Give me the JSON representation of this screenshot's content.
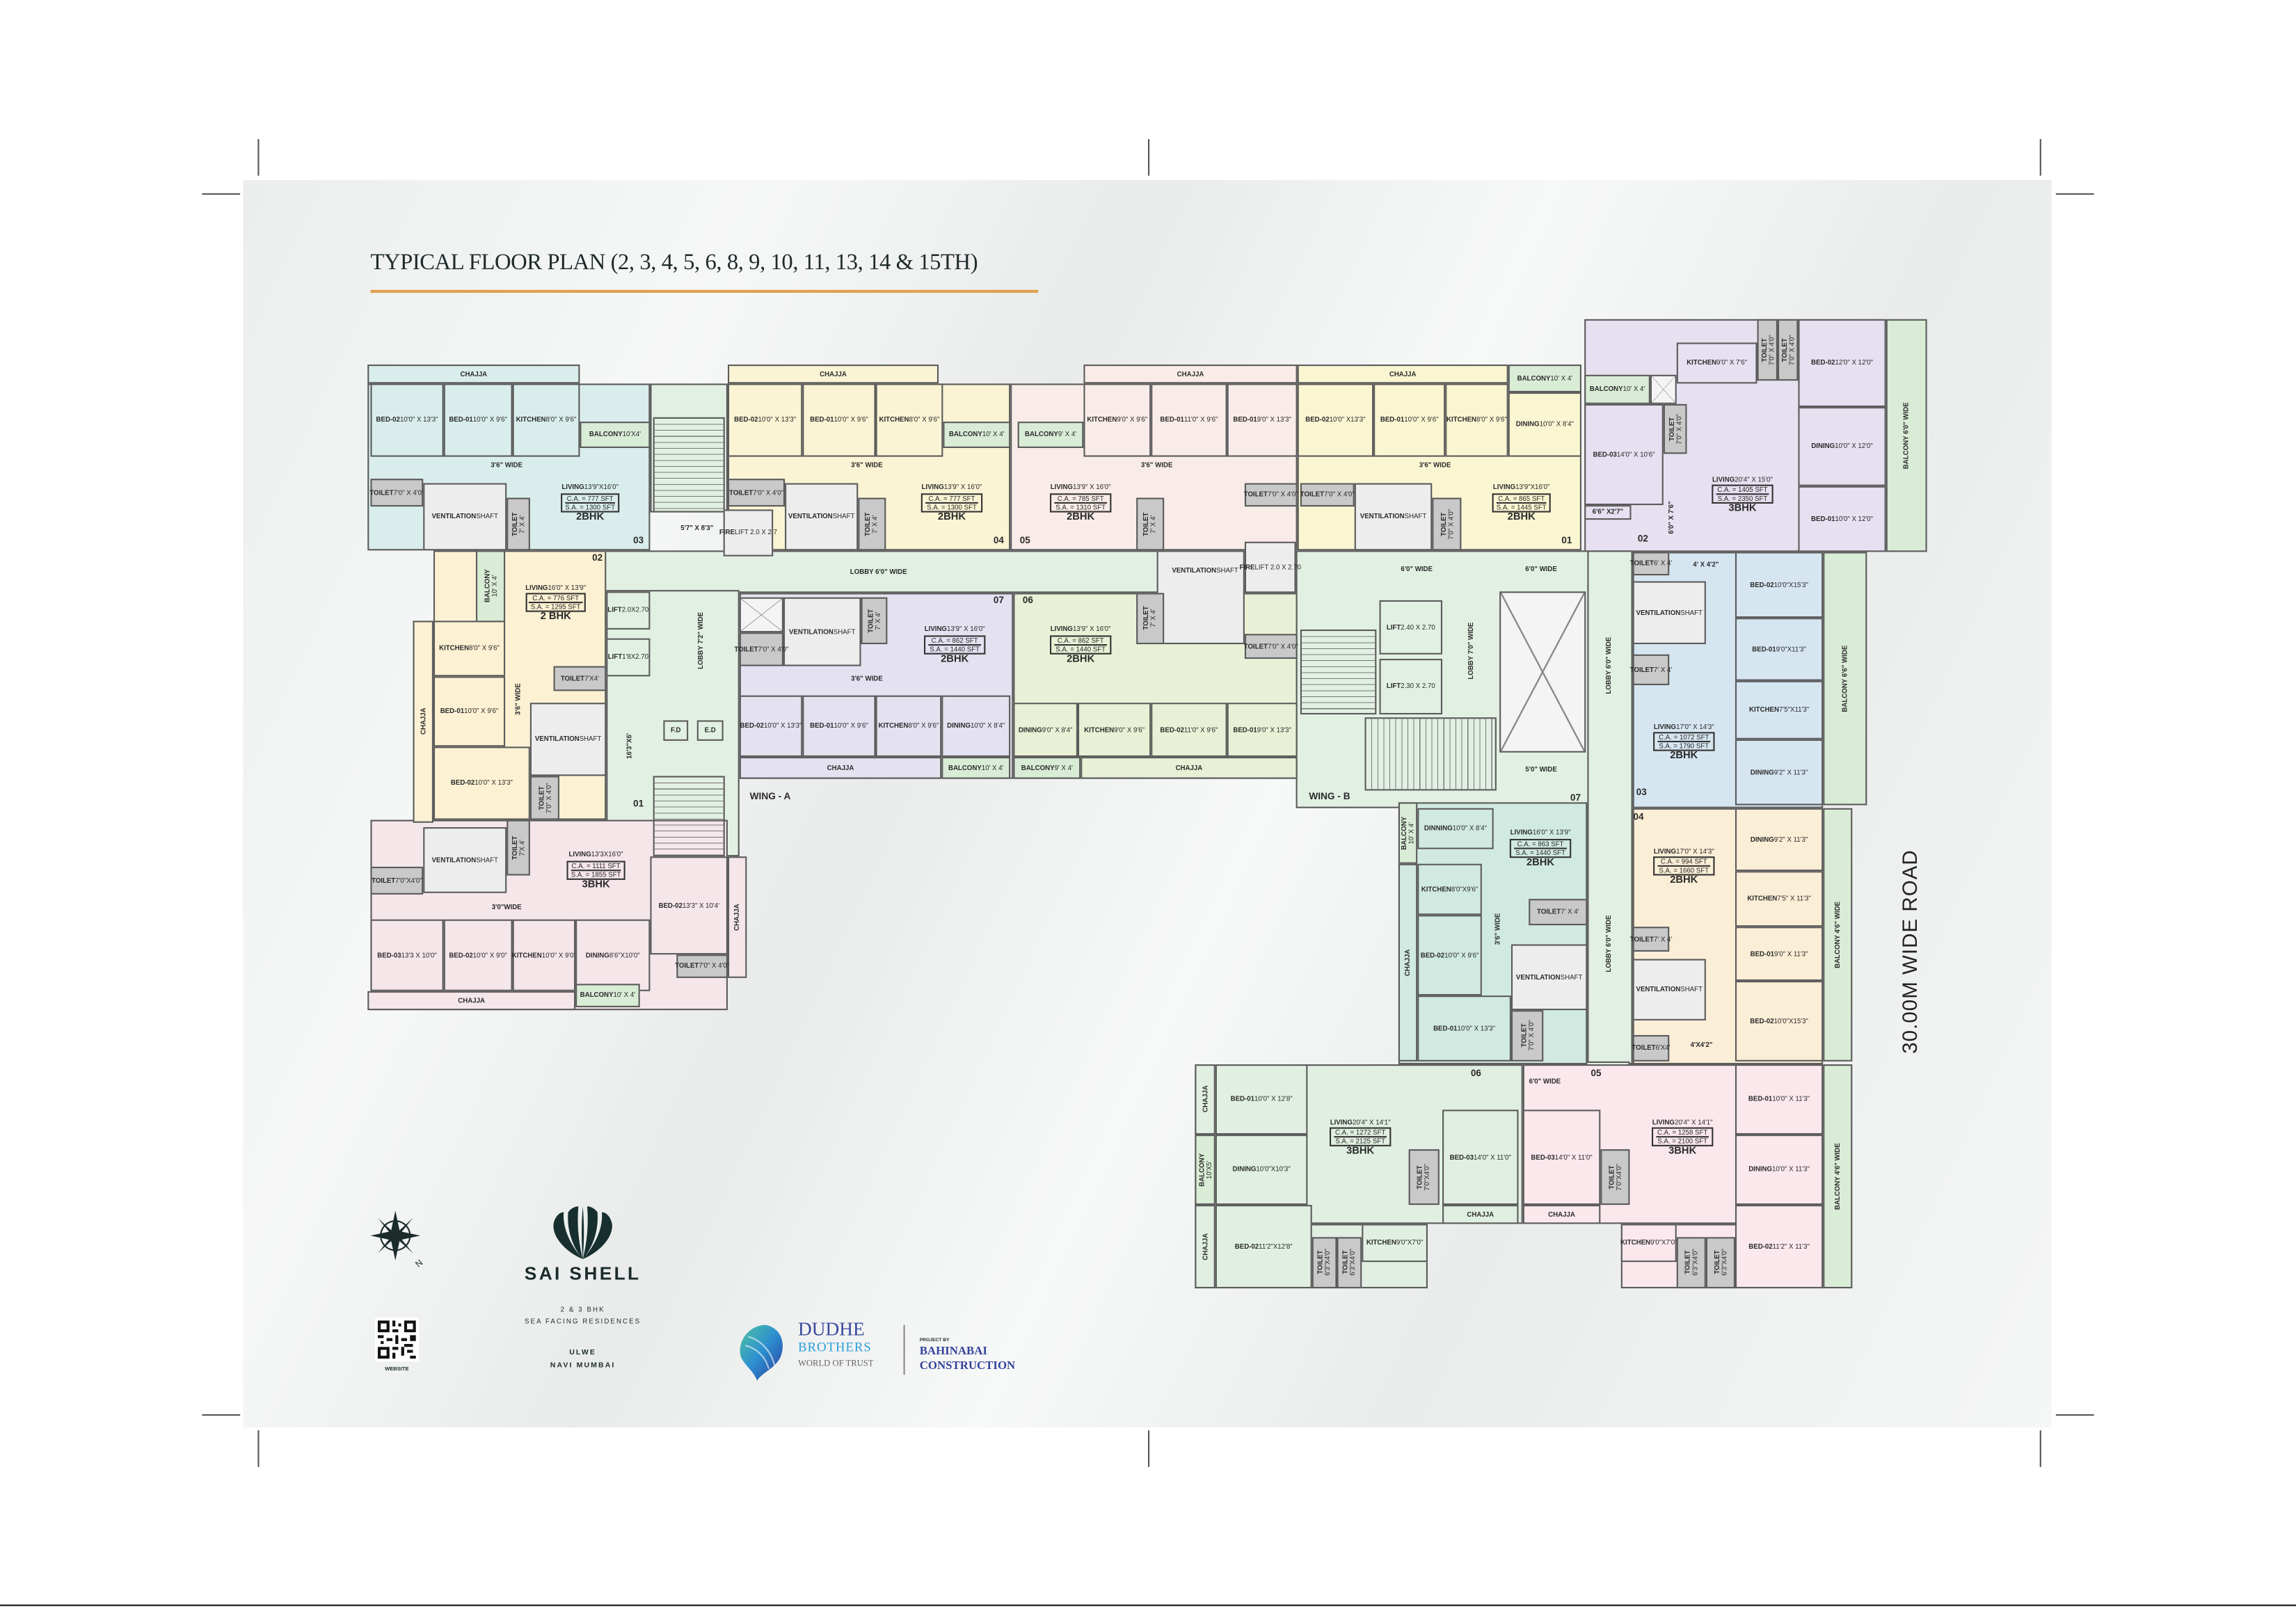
{
  "title": "TYPICAL FLOOR PLAN  (2, 3, 4, 5, 6, 8, 9, 10, 11, 13, 14 & 15TH)",
  "road_label": "30.00M WIDE ROAD",
  "colors": {
    "accent_rule": "#e0a050",
    "wall": "#5b5b5b",
    "toilet": "#c9c9c9",
    "balcony": "#d9ecd6",
    "lobby": "#e2f0e4"
  },
  "branding": {
    "project_name": "SAI SHELL",
    "tagline_1": "2 & 3 BHK",
    "tagline_2": "SEA FACING RESIDENCES",
    "location_1": "ULWE",
    "location_2": "NAVI MUMBAI",
    "qr_caption": "WEBSITE",
    "compass_letter": "N",
    "developer_1": "DUDHE",
    "developer_2": "BROTHERS",
    "developer_tagline": "WORLD OF TRUST",
    "project_by": "PROJECT BY",
    "builder_1": "BAHINABAI",
    "builder_2": "CONSTRUCTION"
  },
  "plan": {
    "rooms": [
      {
        "name": "CHAJJA"
      },
      {
        "name": "BED-02",
        "size": "10'0\" X 13'3\""
      },
      {
        "name": "BED-01",
        "size": "10'0\" X 9'6\""
      },
      {
        "name": "KITCHEN",
        "size": "8'0\" X 9'6\""
      },
      {
        "name": "BALCONY",
        "size": "10'X4'"
      },
      {
        "name": "LIVING",
        "size": "13'9\"X16'0\"",
        "carpet_area": "C.A. = 777 SFT",
        "saleable_area": "S.A. = 1300 SFT",
        "type": "2BHK"
      },
      {
        "name": "3'6\" WIDE"
      },
      {
        "name": "TOILET",
        "size": "7'0\" X 4'0\""
      },
      {
        "name": "VENTILATION",
        "size": "SHAFT"
      },
      {
        "name": "TOILET",
        "size": "7' X 4'"
      },
      {
        "name": "03"
      },
      {
        "name": "5'7\" X 8'3\""
      },
      {
        "name": "FIRE",
        "size": "LIFT 2.0 X 2.7"
      },
      {
        "name": "CHAJJA"
      },
      {
        "name": "BED-02",
        "size": "10'0\" X 13'3\""
      },
      {
        "name": "BED-01",
        "size": "10'0\" X 9'6\""
      },
      {
        "name": "KITCHEN",
        "size": "8'0\" X 9'6\""
      },
      {
        "name": "BALCONY",
        "size": "10' X 4'"
      },
      {
        "name": "LIVING",
        "size": "13'9\" X 16'0\"",
        "carpet_area": "C.A. = 777 SFT",
        "saleable_area": "S.A. = 1300 SFT",
        "type": "2BHK"
      },
      {
        "name": "3'6\" WIDE"
      },
      {
        "name": "TOILET",
        "size": "7'0\" X 4'0\""
      },
      {
        "name": "VENTILATION",
        "size": "SHAFT"
      },
      {
        "name": "TOILET",
        "size": "7' X 4'"
      },
      {
        "name": "04"
      },
      {
        "name": "BALCONY",
        "size": "9' X 4'"
      },
      {
        "name": "CHAJJA"
      },
      {
        "name": "KITCHEN",
        "size": "9'0\" X 9'6\""
      },
      {
        "name": "BED-01",
        "size": "11'0\" X 9'6\""
      },
      {
        "name": "BED-01",
        "size": "9'0\" X 13'3\""
      },
      {
        "name": "LIVING",
        "size": "13'9\" X 16'0\"",
        "carpet_area": "C.A. = 785 SFT",
        "saleable_area": "S.A. = 1310 SFT",
        "type": "2BHK"
      },
      {
        "name": "3'6\" WIDE"
      },
      {
        "name": "TOILET",
        "size": "7' X 4'"
      },
      {
        "name": "TOILET",
        "size": "7'0\" X 4'0\""
      },
      {
        "name": "05"
      },
      {
        "name": "CHAJJA"
      },
      {
        "name": "BALCONY",
        "size": "10' X 4'"
      },
      {
        "name": "BED-02",
        "size": "10'0\" X13'3\""
      },
      {
        "name": "BED-01",
        "size": "10'0\" X 9'6\""
      },
      {
        "name": "KITCHEN",
        "size": "8'0\" X 9'6\""
      },
      {
        "name": "DINING",
        "size": "10'0\" X 8'4\""
      },
      {
        "name": "TOILET",
        "size": "7'0\" X 4'0\""
      },
      {
        "name": "VENTILATION",
        "size": "SHAFT"
      },
      {
        "name": "TOILET",
        "size": "7'0\" X 4'0\""
      },
      {
        "name": "LIVING",
        "size": "13'9\"X16'0\"",
        "carpet_area": "C.A. = 865 SFT",
        "saleable_area": "S.A. = 1445 SFT",
        "type": "2BHK"
      },
      {
        "name": "3'6\" WIDE"
      },
      {
        "name": "01"
      },
      {
        "name": "BALCONY",
        "size": "10' X 4'"
      },
      {
        "name": "BED-03",
        "size": "14'0\" X 10'6\""
      },
      {
        "name": "6'6\" X2'7\""
      },
      {
        "name": "KITCHEN",
        "size": "9'0\" X 7'6\""
      },
      {
        "name": "TOILET",
        "size": "7'0\" X 4'0\""
      },
      {
        "name": "TOILET",
        "size": "7'0\" X 4'0\""
      },
      {
        "name": "BED-02",
        "size": "12'0\" X 12'0\""
      },
      {
        "name": "DINING",
        "size": "10'0\" X 12'0\""
      },
      {
        "name": "BED-01",
        "size": "10'0\" X 12'0\""
      },
      {
        "name": "TOILET",
        "size": "7'0\" X 4'0\""
      },
      {
        "name": "LIVING",
        "size": "20'4\" X 15'0\"",
        "carpet_area": "C.A. = 1405 SFT",
        "saleable_area": "S.A. = 2350 SFT",
        "type": "3BHK"
      },
      {
        "name": "6'0\" X 7'6\""
      },
      {
        "name": "02"
      },
      {
        "name": "BALCONY 6'0\" WIDE"
      },
      {
        "name": "LOBBY 6'0\" WIDE"
      },
      {
        "name": "LIFT",
        "size": "2.0X2.70"
      },
      {
        "name": "LIFT",
        "size": "1'8X2.70"
      },
      {
        "name": "LOBBY 7'2\" WIDE"
      },
      {
        "name": "16'3\"X6'"
      },
      {
        "name": "F.D"
      },
      {
        "name": "E.D"
      },
      {
        "name": "VENTILATION",
        "size": "SHAFT"
      },
      {
        "name": "FIRE",
        "size": "LIFT 2.0 X 2.70"
      },
      {
        "name": "6'0\" WIDE"
      },
      {
        "name": "6'0\" WIDE"
      },
      {
        "name": "LIFT",
        "size": "2.40 X 2.70"
      },
      {
        "name": "LIFT",
        "size": "2.30 X 2.70"
      },
      {
        "name": "LOBBY 7'0\" WIDE"
      },
      {
        "name": "LOBBY 6'0\" WIDE"
      },
      {
        "name": "5'0\" WIDE"
      },
      {
        "name": "LOBBY 6'0\" WIDE"
      },
      {
        "name": "6'0\" WIDE"
      },
      {
        "name": "BALCONY",
        "size": "10' X 4'"
      },
      {
        "name": "LIVING",
        "size": "16'0\" X 13'9\"",
        "carpet_area": "C.A. = 776 SFT",
        "saleable_area": "S.A. = 1295 SFT",
        "type": "2 BHK"
      },
      {
        "name": "CHAJJA"
      },
      {
        "name": "KITCHEN",
        "size": "8'0\" X 9'6\""
      },
      {
        "name": "BED-01",
        "size": "10'0\" X 9'6\""
      },
      {
        "name": "BED-02",
        "size": "10'0\" X 13'3\""
      },
      {
        "name": "TOILET",
        "size": "7'X4'"
      },
      {
        "name": "3'6\" WIDE"
      },
      {
        "name": "VENTILATION",
        "size": "SHAFT"
      },
      {
        "name": "TOILET",
        "size": "7'0\" X 4'0\""
      },
      {
        "name": "02"
      },
      {
        "name": "TOILET",
        "size": "7'0\"X4'0\""
      },
      {
        "name": "VENTILATION",
        "size": "SHAFT"
      },
      {
        "name": "TOILET",
        "size": "7'X 4'"
      },
      {
        "name": "LIVING",
        "size": "13'3X16'0\"",
        "carpet_area": "C.A. = 1111 SFT",
        "saleable_area": "S.A. = 1855 SFT",
        "type": "3BHK"
      },
      {
        "name": "3'0\"WIDE"
      },
      {
        "name": "BED-03",
        "size": "13'3 X 10'0\""
      },
      {
        "name": "BED-02",
        "size": "10'0\" X 9'0\""
      },
      {
        "name": "KITCHEN",
        "size": "10'0\" X 9'0\""
      },
      {
        "name": "DINING",
        "size": "8'6\"X10'0\""
      },
      {
        "name": "BED-02",
        "size": "13'3\" X 10'4'"
      },
      {
        "name": "CHAJJA"
      },
      {
        "name": "TOILET",
        "size": "7'0\" X 4'0\""
      },
      {
        "name": "CHAJJA"
      },
      {
        "name": "BALCONY",
        "size": "10' X 4'"
      },
      {
        "name": "01"
      },
      {
        "name": "VENTILATION",
        "size": "SHAFT"
      },
      {
        "name": "TOILET",
        "size": "7' X 4'"
      },
      {
        "name": "TOILET",
        "size": "7'0\" X 4'0\""
      },
      {
        "name": "LIVING",
        "size": "13'9\" X 16'0\"",
        "carpet_area": "C.A. = 862 SFT",
        "saleable_area": "S.A. = 1440 SFT",
        "type": "2BHK"
      },
      {
        "name": "3'6\" WIDE"
      },
      {
        "name": "BED-02",
        "size": "10'0\" X 13'3\""
      },
      {
        "name": "BED-01",
        "size": "10'0\" X 9'6\""
      },
      {
        "name": "KITCHEN",
        "size": "8'0\" X 9'6\""
      },
      {
        "name": "DINING",
        "size": "10'0\" X 8'4\""
      },
      {
        "name": "CHAJJA"
      },
      {
        "name": "BALCONY",
        "size": "10' X 4'"
      },
      {
        "name": "07"
      },
      {
        "name": "WING - A"
      },
      {
        "name": "LIVING",
        "size": "13'9\" X 16'0\"",
        "carpet_area": "C.A. = 862 SFT",
        "saleable_area": "S.A. = 1440 SFT",
        "type": "2BHK"
      },
      {
        "name": "TOILET",
        "size": "7' X 4'"
      },
      {
        "name": "TOILET",
        "size": "7'0\" X 4'0\""
      },
      {
        "name": "DINING",
        "size": "9'0\" X 8'4\""
      },
      {
        "name": "KITCHEN",
        "size": "9'0\" X 9'6\""
      },
      {
        "name": "BED-02",
        "size": "11'0\" X 9'6\""
      },
      {
        "name": "BED-01",
        "size": "9'0\" X 13'3\""
      },
      {
        "name": "BALCONY",
        "size": "9' X 4'"
      },
      {
        "name": "CHAJJA"
      },
      {
        "name": "06"
      },
      {
        "name": "WING - B"
      },
      {
        "name": "BALCONY",
        "size": "10' X 4'"
      },
      {
        "name": "DINNING",
        "size": "10'0\" X 8'4\""
      },
      {
        "name": "LIVING",
        "size": "16'0\" X 13'9\"",
        "carpet_area": "C.A. = 863 SFT",
        "saleable_area": "S.A. = 1440 SFT",
        "type": "2BHK"
      },
      {
        "name": "CHAJJA"
      },
      {
        "name": "KITCHEN",
        "size": "8'0\"X9'6\""
      },
      {
        "name": "BED-02",
        "size": "10'0\" X 9'6\""
      },
      {
        "name": "BED-01",
        "size": "10'0\" X 13'3\""
      },
      {
        "name": "3'6\" WIDE"
      },
      {
        "name": "TOILET",
        "size": "7' X 4'"
      },
      {
        "name": "VENTILATION",
        "size": "SHAFT"
      },
      {
        "name": "TOILET",
        "size": "7'0\" X 4'0\""
      },
      {
        "name": "07"
      },
      {
        "name": "TOILET",
        "size": "6' X 4'"
      },
      {
        "name": "4' X 4'2\""
      },
      {
        "name": "VENTILATION",
        "size": "SHAFT"
      },
      {
        "name": "TOILET",
        "size": "7' X 4'"
      },
      {
        "name": "BED-02",
        "size": "10'0\"X15'3\""
      },
      {
        "name": "BED-01",
        "size": "9'0\"X11'3\""
      },
      {
        "name": "KITCHEN",
        "size": "7'5\"X11'3\""
      },
      {
        "name": "DINING",
        "size": "9'2\" X 11'3\""
      },
      {
        "name": "LIVING",
        "size": "17'0\" X 14'3\"",
        "carpet_area": "C.A. = 1072 SFT",
        "saleable_area": "S.A. = 1790 SFT",
        "type": "2BHK"
      },
      {
        "name": "BALCONY 6'6\" WIDE"
      },
      {
        "name": "03"
      },
      {
        "name": "LIVING",
        "size": "17'0\" X 14'3\"",
        "carpet_area": "C.A. = 994 SFT",
        "saleable_area": "S.A. = 1660 SFT",
        "type": "2BHK"
      },
      {
        "name": "DINING",
        "size": "9'2\" X 11'3\""
      },
      {
        "name": "KITCHEN",
        "size": "7'5\" X 11'3\""
      },
      {
        "name": "BED-01",
        "size": "9'0\" X 11'3\""
      },
      {
        "name": "BED-02",
        "size": "10'0\"X15'3\""
      },
      {
        "name": "TOILET",
        "size": "7' X 4'"
      },
      {
        "name": "VENTILATION",
        "size": "SHAFT"
      },
      {
        "name": "TOILET",
        "size": "6'X4'"
      },
      {
        "name": "4'X4'2\""
      },
      {
        "name": "BALCONY 4'6\" WIDE"
      },
      {
        "name": "04"
      },
      {
        "name": "CHAJJA"
      },
      {
        "name": "BED-01",
        "size": "10'0\" X 12'8\""
      },
      {
        "name": "BALCONY",
        "size": "10'X5'"
      },
      {
        "name": "DINING",
        "size": "10'0\"X10'3\""
      },
      {
        "name": "LIVING",
        "size": "20'4\" X 14'1\"",
        "carpet_area": "C.A. = 1272 SFT",
        "saleable_area": "S.A. = 2125 SFT",
        "type": "3BHK"
      },
      {
        "name": "TOILET",
        "size": "7'0\"X4'0\""
      },
      {
        "name": "BED-03",
        "size": "14'0\" X 11'0\""
      },
      {
        "name": "CHAJJA"
      },
      {
        "name": "CHAJJA"
      },
      {
        "name": "BED-02",
        "size": "11'2\"X12'8\""
      },
      {
        "name": "TOILET",
        "size": "6'3\"X4'0\""
      },
      {
        "name": "TOILET",
        "size": "6'3\"X4'0\""
      },
      {
        "name": "KITCHEN",
        "size": "9'0\"X7'0\""
      },
      {
        "name": "06"
      },
      {
        "name": "BED-03",
        "size": "14'0\" X 11'0\""
      },
      {
        "name": "CHAJJA"
      },
      {
        "name": "TOILET",
        "size": "7'0\"X4'0\""
      },
      {
        "name": "LIVING",
        "size": "20'4\" X 14'1\"",
        "carpet_area": "C.A. = 1258 SFT",
        "saleable_area": "S.A. = 2100 SFT",
        "type": "3BHK"
      },
      {
        "name": "BED-01",
        "size": "10'0\" X 11'3\""
      },
      {
        "name": "DINING",
        "size": "10'0\" X 11'3\""
      },
      {
        "name": "BED-02",
        "size": "11'2\" X 11'3\""
      },
      {
        "name": "KITCHEN",
        "size": "9'0\"X7'0\""
      },
      {
        "name": "TOILET",
        "size": "6'3\"X4'0\""
      },
      {
        "name": "TOILET",
        "size": "6'3\"X4'0\""
      },
      {
        "name": "BALCONY 4'6\" WIDE"
      },
      {
        "name": "05"
      }
    ]
  }
}
